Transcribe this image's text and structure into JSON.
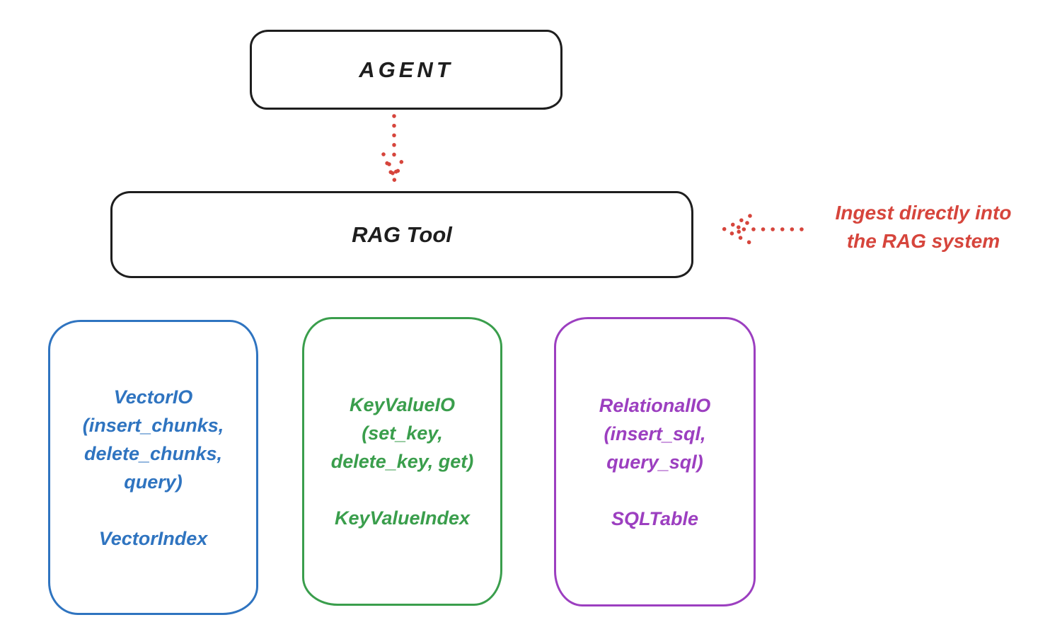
{
  "colors": {
    "ink": "#1e1e1e",
    "red": "#d6453c",
    "blue": "#2f74c0",
    "green": "#3a9e4c",
    "purple": "#9c3fc0",
    "background": "#ffffff"
  },
  "agent": {
    "label": "AGENT"
  },
  "rag_tool": {
    "label": "RAG Tool"
  },
  "annotation": {
    "text": "Ingest directly into\nthe RAG system"
  },
  "backends": [
    {
      "name": "vector-io",
      "io_text": "VectorIO\n(insert_chunks,\ndelete_chunks,\nquery)",
      "index_label": "VectorIndex",
      "color": "#2f74c0"
    },
    {
      "name": "keyvalue-io",
      "io_text": "KeyValueIO\n(set_key,\ndelete_key, get)",
      "index_label": "KeyValueIndex",
      "color": "#3a9e4c"
    },
    {
      "name": "relational-io",
      "io_text": "RelationalIO\n(insert_sql,\nquery_sql)",
      "index_label": "SQLTable",
      "color": "#9c3fc0"
    }
  ]
}
